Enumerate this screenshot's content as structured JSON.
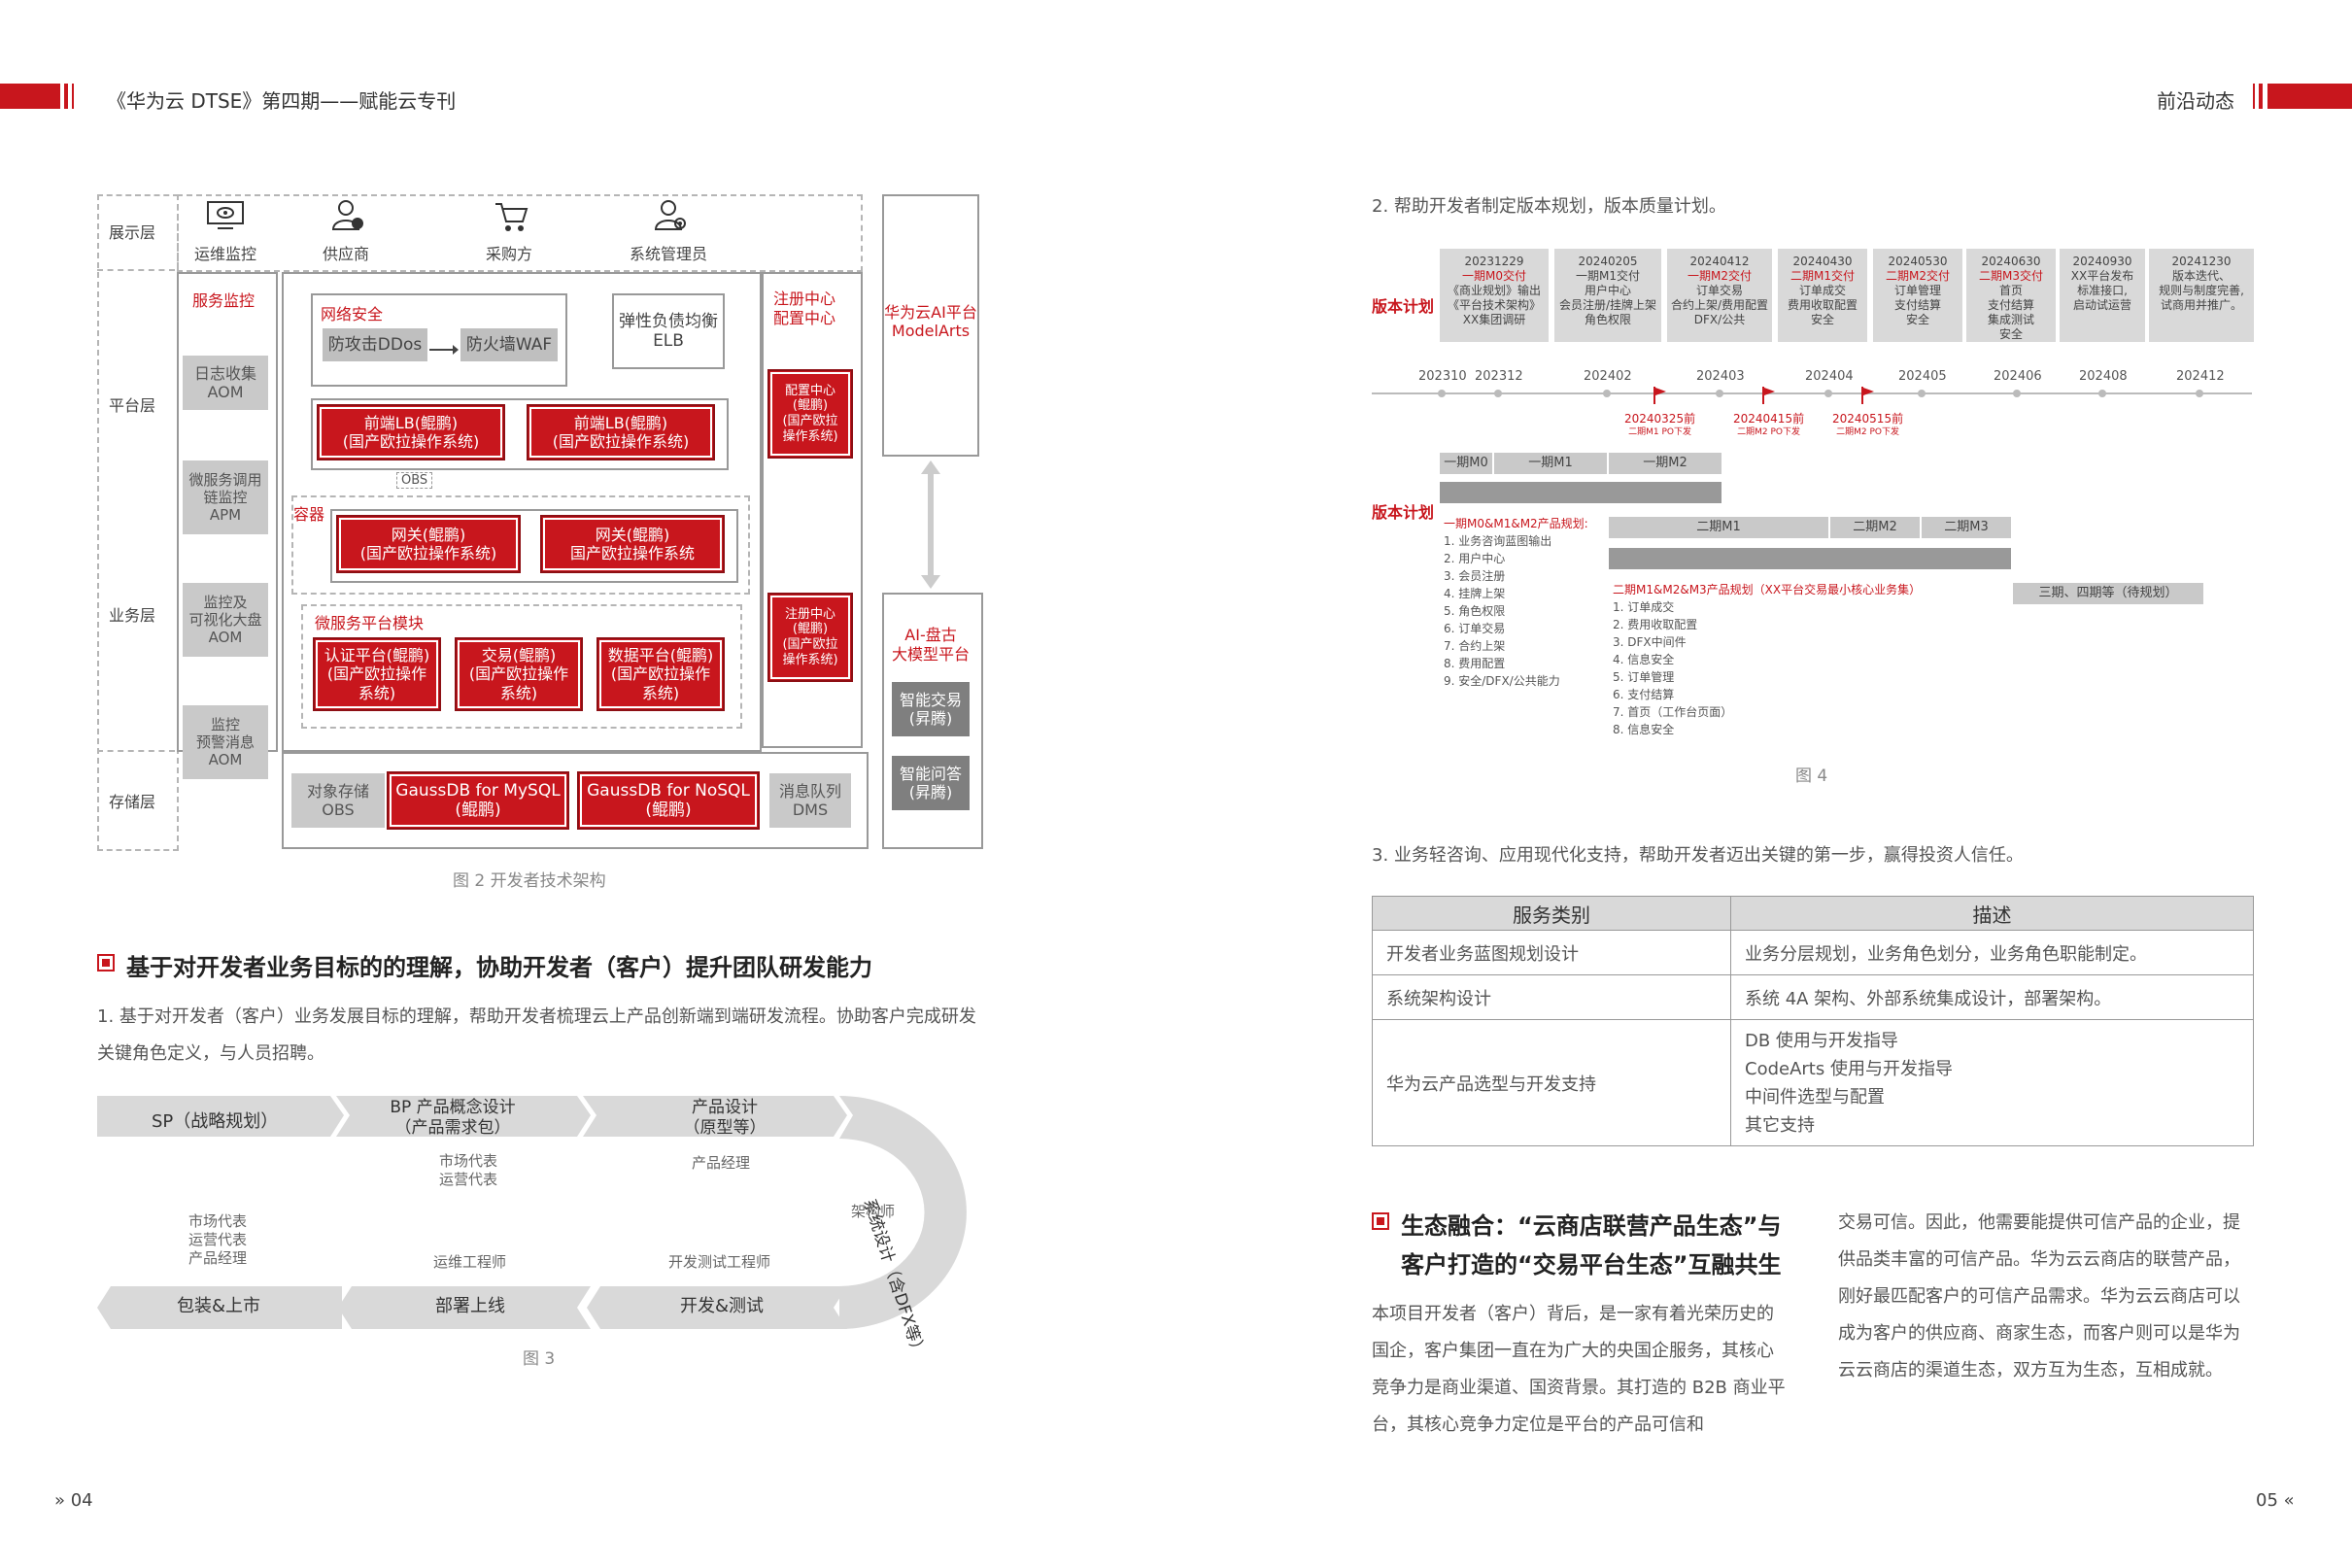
{
  "header": {
    "left_title": "《华为云 DTSE》第四期——赋能云专刊",
    "right_title": "前沿动态"
  },
  "fig2": {
    "layers": [
      "展示层",
      "平台层",
      "业务层",
      "存储层"
    ],
    "users": [
      "运维监控",
      "供应商",
      "采购方",
      "系统管理员"
    ],
    "service_monitor": "服务监控",
    "log": "日志收集\nAOM",
    "apm": "微服务调用\n链监控\nAPM",
    "dashboard": "监控及\n可视化大盘\nAOM",
    "alarm": "监控\n预警消息\nAOM",
    "net_security": "网络安全",
    "ddos": "防攻击DDos",
    "waf": "防火墙WAF",
    "elb": "弹性负债均衡\nELB",
    "lb1": "前端LB(鲲鹏)\n(国产欧拉操作系统)",
    "lb2": "前端LB(鲲鹏)\n(国产欧拉操作系统)",
    "obs_small": "OBS",
    "container": "容器",
    "gw1": "网关(鲲鹏)\n(国产欧拉操作系统)",
    "gw2": "网关(鲲鹏)\n国产欧拉操作系统",
    "micro": "微服务平台模块",
    "auth": "认证平台(鲲鹏)\n(国产欧拉操作\n系统)",
    "trade": "交易(鲲鹏)\n(国产欧拉操作\n系统)",
    "data": "数据平台(鲲鹏)\n(国产欧拉操作\n系统)",
    "obs": "对象存储\nOBS",
    "mysql": "GaussDB for MySQL\n(鲲鹏)",
    "nosql": "GaussDB for NoSQL\n(鲲鹏)",
    "dms": "消息队列\nDMS",
    "reg_center": "注册中心\n配置中心",
    "cfg1": "配置中心\n(鲲鹏)\n(国产欧拉\n操作系统)",
    "cfg2": "注册中心\n(鲲鹏)\n(国产欧拉\n操作系统)",
    "modelarts": "华为云AI平台\nModelArts",
    "pangu": "AI-盘古\n大模型平台",
    "smart_trade": "智能交易\n(昇腾)",
    "smart_qa": "智能问答\n(昇腾)",
    "caption": "图 2  开发者技术架构"
  },
  "section1": {
    "heading": "基于对开发者业务目标的的理解，协助开发者（客户）提升团队研发能力",
    "para": "1. 基于对开发者（客户）业务发展目标的理解，帮助开发者梳理云上产品创新端到端研发流程。协助客户完成研发关键角色定义，与人员招聘。"
  },
  "fig3": {
    "top_steps": [
      "SP（战略规划）",
      "BP 产品概念设计\n（产品需求包）",
      "产品设计\n（原型等）"
    ],
    "arc_label": "系统设计（含DFX等）",
    "bottom_steps": [
      "包装&上市",
      "部署上线",
      "开发&测试"
    ],
    "roles_top": [
      "市场代表\n运营代表",
      "产品经理"
    ],
    "role_arch": "架构师",
    "role_left": "市场代表\n运营代表\n产品经理",
    "role_ops": "运维工程师",
    "role_dev": "开发测试工程师",
    "caption": "图 3"
  },
  "right": {
    "para2": "2. 帮助开发者制定版本规划，版本质量计划。",
    "label_version_plan": "版本计划",
    "milestones": [
      {
        "date": "20231229",
        "lines": [
          "一期M0交付",
          "《商业规划》输出",
          "《平台技术架构》",
          "XX集团调研"
        ],
        "red": 1
      },
      {
        "date": "20240205",
        "lines": [
          "一期M1交付",
          "用户中心",
          "会员注册/挂牌上架",
          "角色权限"
        ],
        "red": 0
      },
      {
        "date": "20240412",
        "lines": [
          "一期M2交付",
          "订单交易",
          "合约上架/费用配置",
          "DFX/公共"
        ],
        "red": 1
      },
      {
        "date": "20240430",
        "lines": [
          "二期M1交付",
          "订单成交",
          "费用收取配置",
          "安全"
        ],
        "red": 1
      },
      {
        "date": "20240530",
        "lines": [
          "二期M2交付",
          "订单管理",
          "支付结算",
          "安全"
        ],
        "red": 1
      },
      {
        "date": "20240630",
        "lines": [
          "二期M3交付",
          "首页",
          "支付结算",
          "集成测试",
          "安全"
        ],
        "red": 1
      },
      {
        "date": "20240930",
        "lines": [
          "XX平台发布",
          "标准接口,",
          "启动试运营"
        ],
        "red": 0
      },
      {
        "date": "20241230",
        "lines": [
          "版本迭代、",
          "规则与制度完善,",
          "试商用并推广。"
        ],
        "red": 0
      }
    ],
    "timeline": [
      "202310",
      "202312",
      "202402",
      "202403",
      "202404",
      "202405",
      "202406",
      "202408",
      "202412"
    ],
    "flags": [
      {
        "date": "20240325前",
        "sub": "二期M1 PO下发"
      },
      {
        "date": "20240415前",
        "sub": "二期M2 PO下发"
      },
      {
        "date": "20240515前",
        "sub": "二期M2 PO下发"
      }
    ],
    "gantt": {
      "m0": "一期M0",
      "m1": "一期M1",
      "m2": "一期M2",
      "p1_title": "一期M0&M1&M2产品规划:",
      "p1_items": [
        "1. 业务咨询蓝图输出",
        "2. 用户中心",
        "3. 会员注册",
        "4. 挂牌上架",
        "5. 角色权限",
        "6. 订单交易",
        "7. 合约上架",
        "8. 费用配置",
        "9. 安全/DFX/公共能力"
      ],
      "e2m1": "二期M1",
      "e2m2": "二期M2",
      "e2m3": "二期M3",
      "p2_title": "二期M1&M2&M3产品规划（XX平台交易最小核心业务集）",
      "p2_items": [
        "1. 订单成交",
        "2. 费用收取配置",
        "3. DFX中间件",
        "4. 信息安全",
        "5. 订单管理",
        "6. 支付结算",
        "7. 首页（工作台页面）",
        "8. 信息安全"
      ],
      "e3": "三期、四期等（待规划）"
    },
    "caption4": "图 4",
    "para3": "3. 业务轻咨询、应用现代化支持，帮助开发者迈出关键的第一步，赢得投资人信任。",
    "table": {
      "headers": [
        "服务类别",
        "描述"
      ],
      "rows": [
        {
          "cat": "开发者业务蓝图规划设计",
          "desc": [
            "业务分层规划，业务角色划分，业务角色职能制定。"
          ]
        },
        {
          "cat": "系统架构设计",
          "desc": [
            "系统 4A 架构、外部系统集成设计，部署架构。"
          ]
        },
        {
          "cat": "华为云产品选型与开发支持",
          "desc": [
            "DB 使用与开发指导",
            "CodeArts 使用与开发指导",
            "中间件选型与配置",
            "其它支持"
          ]
        }
      ]
    },
    "eco_heading1": "生态融合：“云商店联营产品生态”与",
    "eco_heading2": "客户打造的“交易平台生态”互融共生",
    "eco_left": "本项目开发者（客户）背后，是一家有着光荣历史的国企，客户集团一直在为广大的央国企服务，其核心竞争力是商业渠道、国资背景。其打造的 B2B 商业平台，其核心竞争力定位是平台的产品可信和",
    "eco_right": "交易可信。因此，他需要能提供可信产品的企业，提供品类丰富的可信产品。华为云云商店的联营产品，刚好最匹配客户的可信产品需求。华为云云商店可以成为客户的供应商、商家生态，而客户则可以是华为云云商店的渠道生态，双方互为生态，互相成就。"
  },
  "footer": {
    "left": "» 04",
    "right": "05 «"
  },
  "colors": {
    "brand_red": "#c8161d",
    "grey": "#bfbfbf"
  }
}
